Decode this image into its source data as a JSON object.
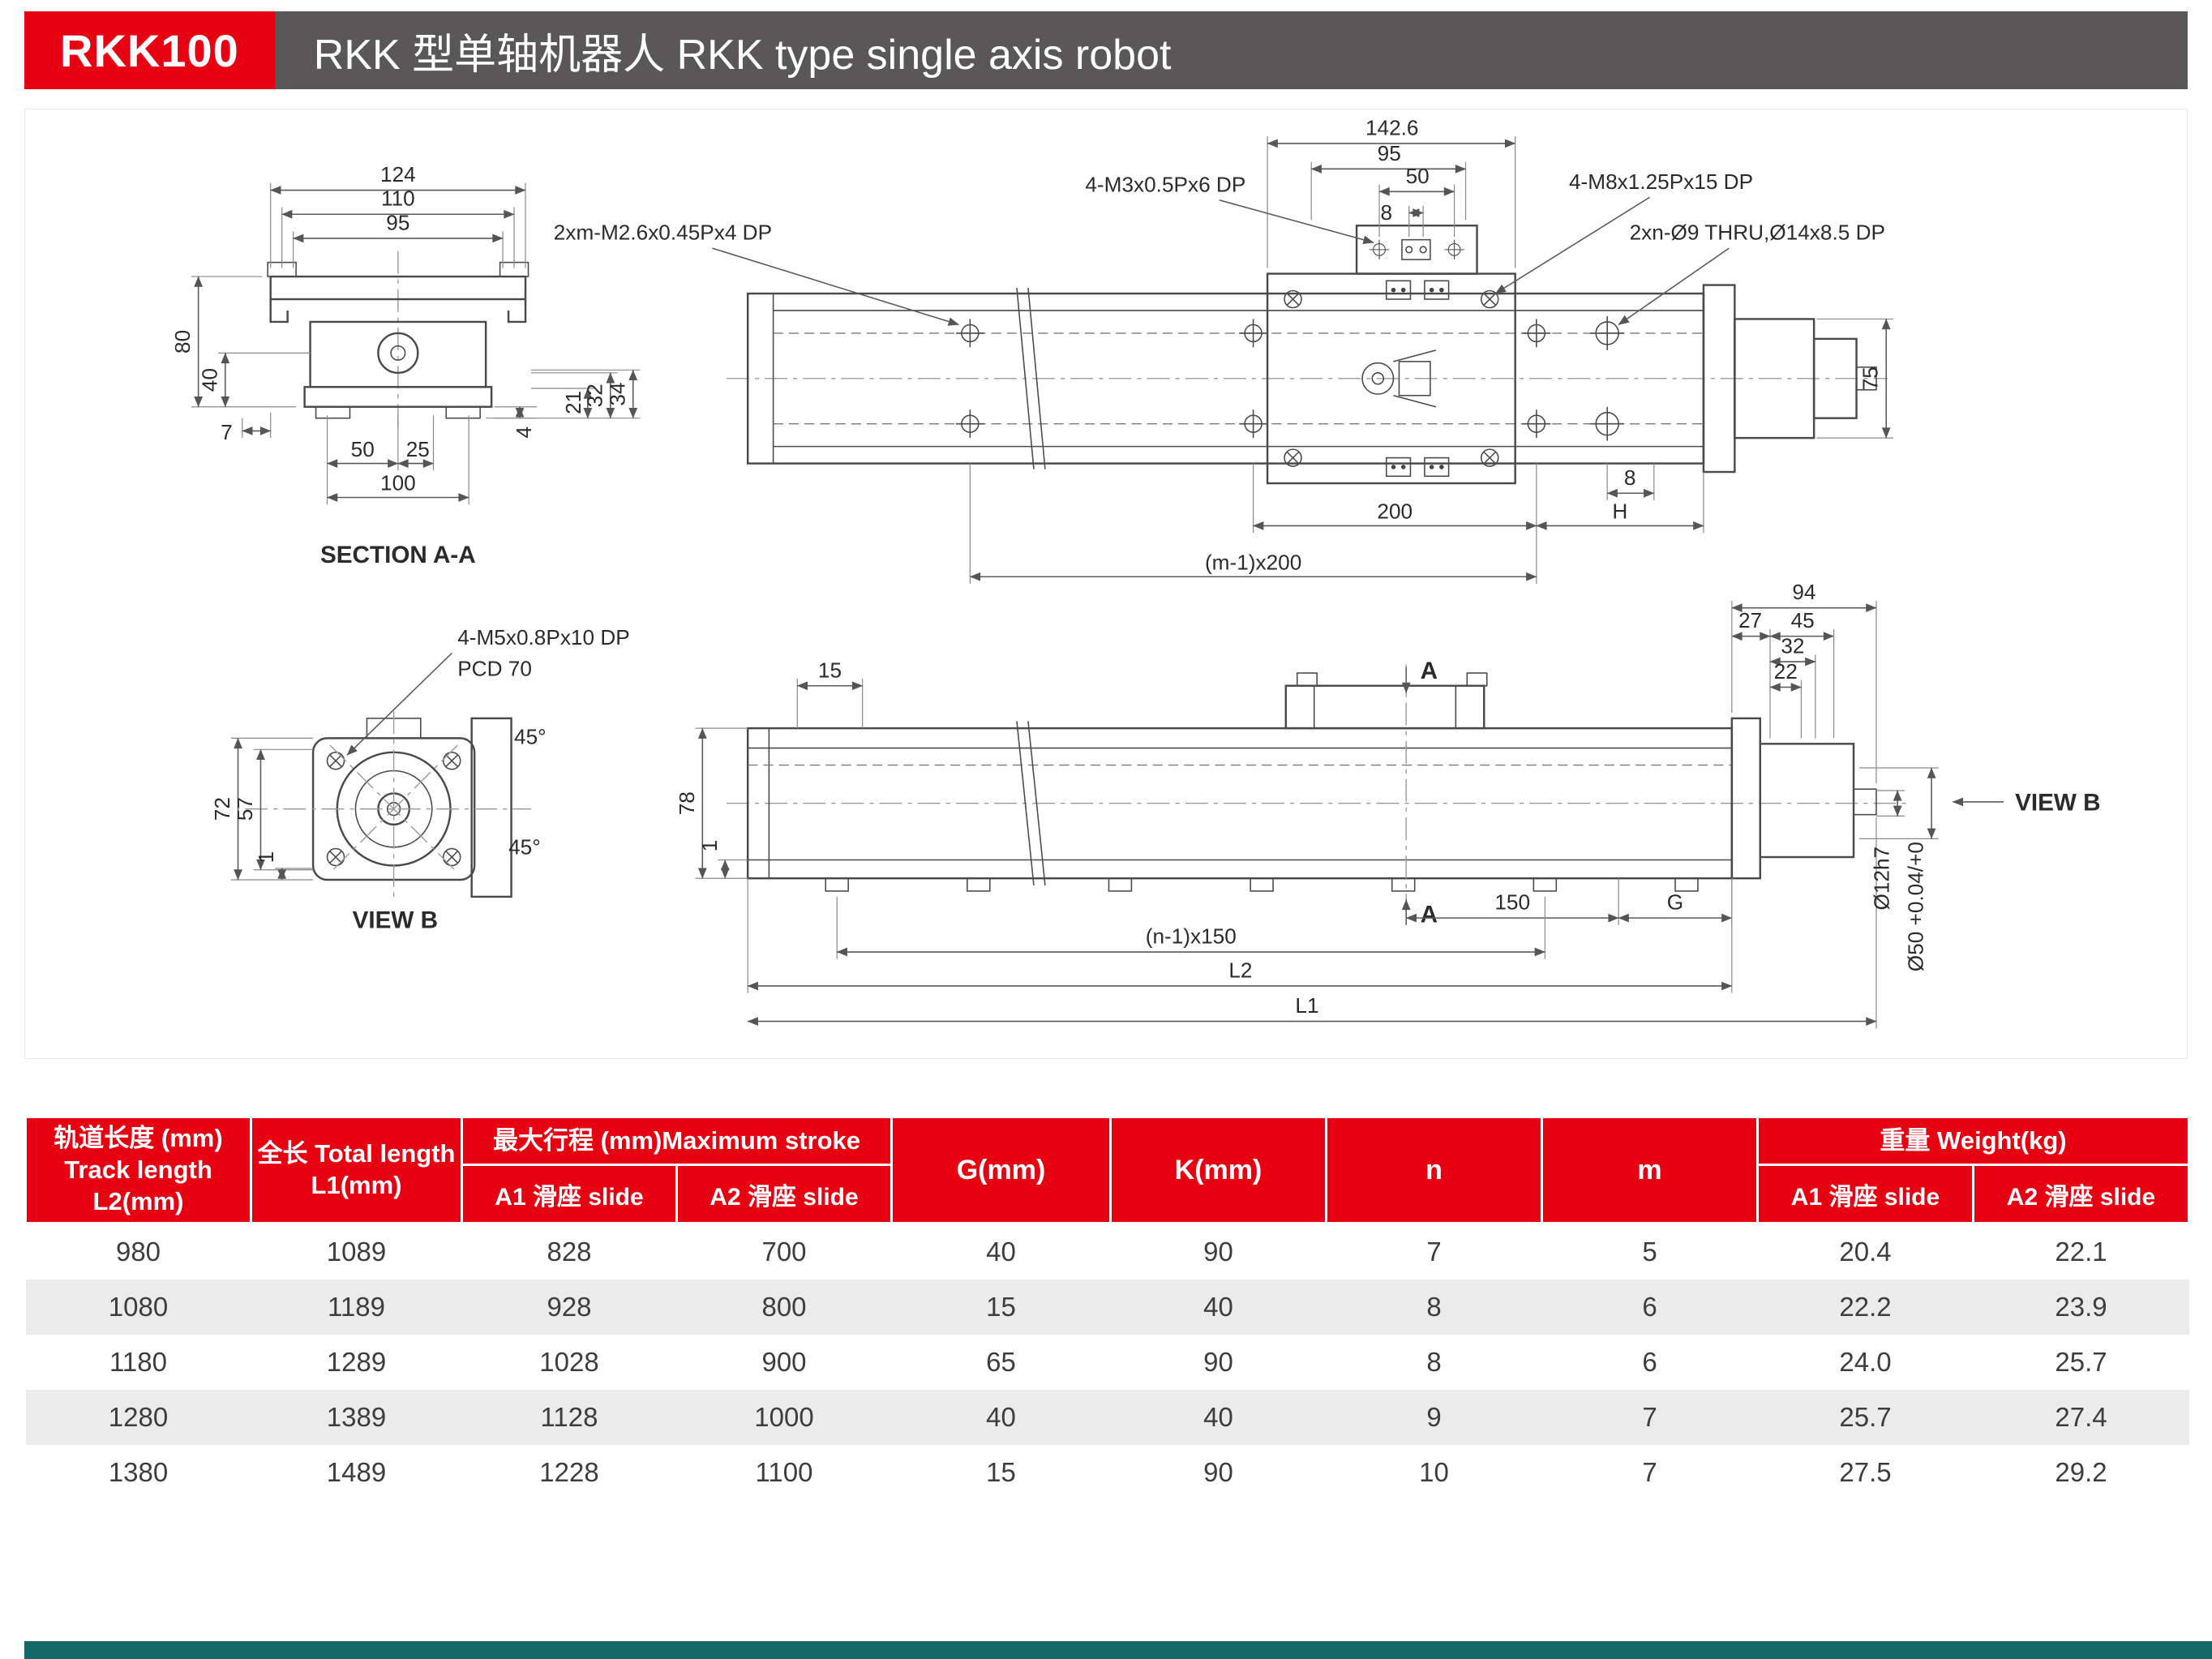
{
  "page": {
    "model": "RKK100",
    "title": "RKK 型单轴机器人 RKK type single axis robot"
  },
  "colors": {
    "accent_red": "#e60012",
    "header_gray": "#595757",
    "footer_teal": "#116a66",
    "row_alt": "#ebebeb",
    "drawing_line": "#4a4a4a"
  },
  "drawing": {
    "section_aa": {
      "caption": "SECTION A-A",
      "dims": {
        "w124": "124",
        "w110": "110",
        "w95": "95",
        "h80": "80",
        "h40": "40",
        "o7": "7",
        "w50": "50",
        "w25": "25",
        "w100": "100",
        "o4": "4",
        "h21": "21",
        "h32": "32",
        "h34": "34"
      }
    },
    "top_view": {
      "notes": {
        "m26": "2xm-M2.6x0.45Px4 DP",
        "m3": "4-M3x0.5Px6 DP",
        "m8": "4-M8x1.25Px15 DP",
        "d9": "2xn-Ø9 THRU,Ø14x8.5 DP"
      },
      "dims": {
        "w142_6": "142.6",
        "w95": "95",
        "w50": "50",
        "w8": "8",
        "h75": "75",
        "p200": "200",
        "pH": "H",
        "p8": "8",
        "pm": "(m-1)x200"
      }
    },
    "view_b": {
      "caption": "VIEW B",
      "notes": {
        "m5": "4-M5x0.8Px10 DP",
        "pcd": "PCD 70"
      },
      "dims": {
        "h72": "72",
        "h57": "57",
        "o1": "1",
        "a45a": "45°",
        "a45b": "45°"
      }
    },
    "side_view": {
      "section_mark": "A",
      "view_label": "VIEW B",
      "dims": {
        "w15": "15",
        "h78": "78",
        "o1": "1",
        "p150": "150",
        "pG": "G",
        "pn": "(n-1)x150",
        "L2": "L2",
        "L1": "L1",
        "w94": "94",
        "w27": "27",
        "w45": "45",
        "w32": "32",
        "w22": "22",
        "d12": "Ø12h7",
        "d50": "Ø50 +0.04/+0"
      }
    }
  },
  "table": {
    "header": {
      "col_track": "轨道长度 (mm)\nTrack length\nL2(mm)",
      "col_total": "全长 Total length\nL1(mm)",
      "col_stroke_group": "最大行程 (mm)Maximum stroke",
      "col_stroke_a1": "A1 滑座 slide",
      "col_stroke_a2": "A2 滑座 slide",
      "col_g": "G(mm)",
      "col_k": "K(mm)",
      "col_n": "n",
      "col_m": "m",
      "col_weight_group": "重量 Weight(kg)",
      "col_weight_a1": "A1 滑座 slide",
      "col_weight_a2": "A2 滑座 slide"
    },
    "rows": [
      [
        "980",
        "1089",
        "828",
        "700",
        "40",
        "90",
        "7",
        "5",
        "20.4",
        "22.1"
      ],
      [
        "1080",
        "1189",
        "928",
        "800",
        "15",
        "40",
        "8",
        "6",
        "22.2",
        "23.9"
      ],
      [
        "1180",
        "1289",
        "1028",
        "900",
        "65",
        "90",
        "8",
        "6",
        "24.0",
        "25.7"
      ],
      [
        "1280",
        "1389",
        "1128",
        "1000",
        "40",
        "40",
        "9",
        "7",
        "25.7",
        "27.4"
      ],
      [
        "1380",
        "1489",
        "1228",
        "1100",
        "15",
        "90",
        "10",
        "7",
        "27.5",
        "29.2"
      ]
    ]
  }
}
